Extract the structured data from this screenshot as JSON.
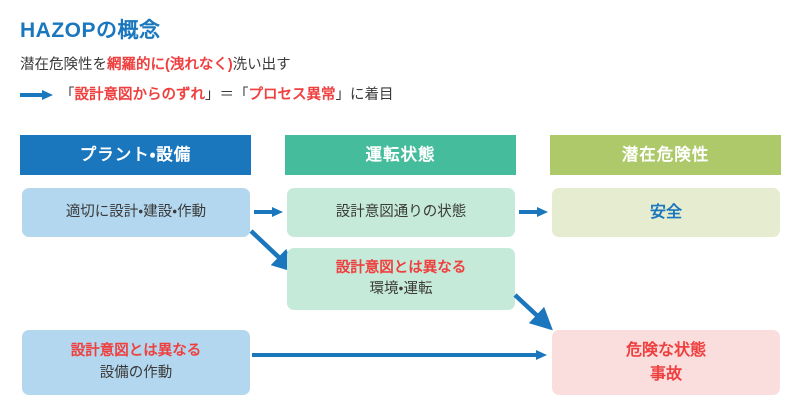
{
  "header": {
    "title": "HAZOPの概念",
    "lead": {
      "pre": "潜在危険性を",
      "highlight": "網羅的に(洩れなく)",
      "post": "洗い出す"
    },
    "focus": {
      "arrow_icon": "right-arrow-icon",
      "open_bracket_1": "「",
      "term1": "設計意図からのずれ",
      "close_bracket_1": "」＝「",
      "term2": "プロセス異常",
      "close_bracket_2": "」に着目"
    }
  },
  "columns": [
    {
      "id": "plant",
      "label": "プラント・設備",
      "color": "#1b77bd"
    },
    {
      "id": "op",
      "label": "運転状態",
      "color": "#45bc9b"
    },
    {
      "id": "hazard",
      "label": "潜在危険性",
      "color": "#adc969"
    }
  ],
  "boxes": {
    "proper_design": {
      "line1": "適切に設計・建設・作動",
      "line2": "",
      "bg": "#b3d7ee"
    },
    "as_intended": {
      "line1": "設計意図通りの状態",
      "line2": "",
      "bg": "#c6ead9"
    },
    "safe": {
      "line1": "安全",
      "line2": "",
      "bg": "#e5ecd0"
    },
    "deviation_env": {
      "line1": "設計意図とは異なる",
      "line2": "環境・運転",
      "bg": "#c6ead9"
    },
    "deviation_eq": {
      "line1": "設計意図とは異なる",
      "line2": "設備の作動",
      "bg": "#b3d7ee"
    },
    "accident": {
      "line1": "危険な状態",
      "line2": "事故",
      "bg": "#fadedd"
    }
  },
  "arrows": [
    {
      "id": "proper-to-intended",
      "icon": "right-arrow-icon"
    },
    {
      "id": "intended-to-safe",
      "icon": "right-arrow-icon"
    },
    {
      "id": "proper-to-deviation",
      "icon": "diagonal-down-right-arrow-icon"
    },
    {
      "id": "env-to-accident",
      "icon": "diagonal-down-right-arrow-icon"
    },
    {
      "id": "eq-to-accident",
      "icon": "long-right-arrow-icon"
    }
  ],
  "palette": {
    "brand_blue": "#1b77bd",
    "alert_red": "#ef4040",
    "teal": "#45bc9b",
    "olive": "#adc969"
  }
}
